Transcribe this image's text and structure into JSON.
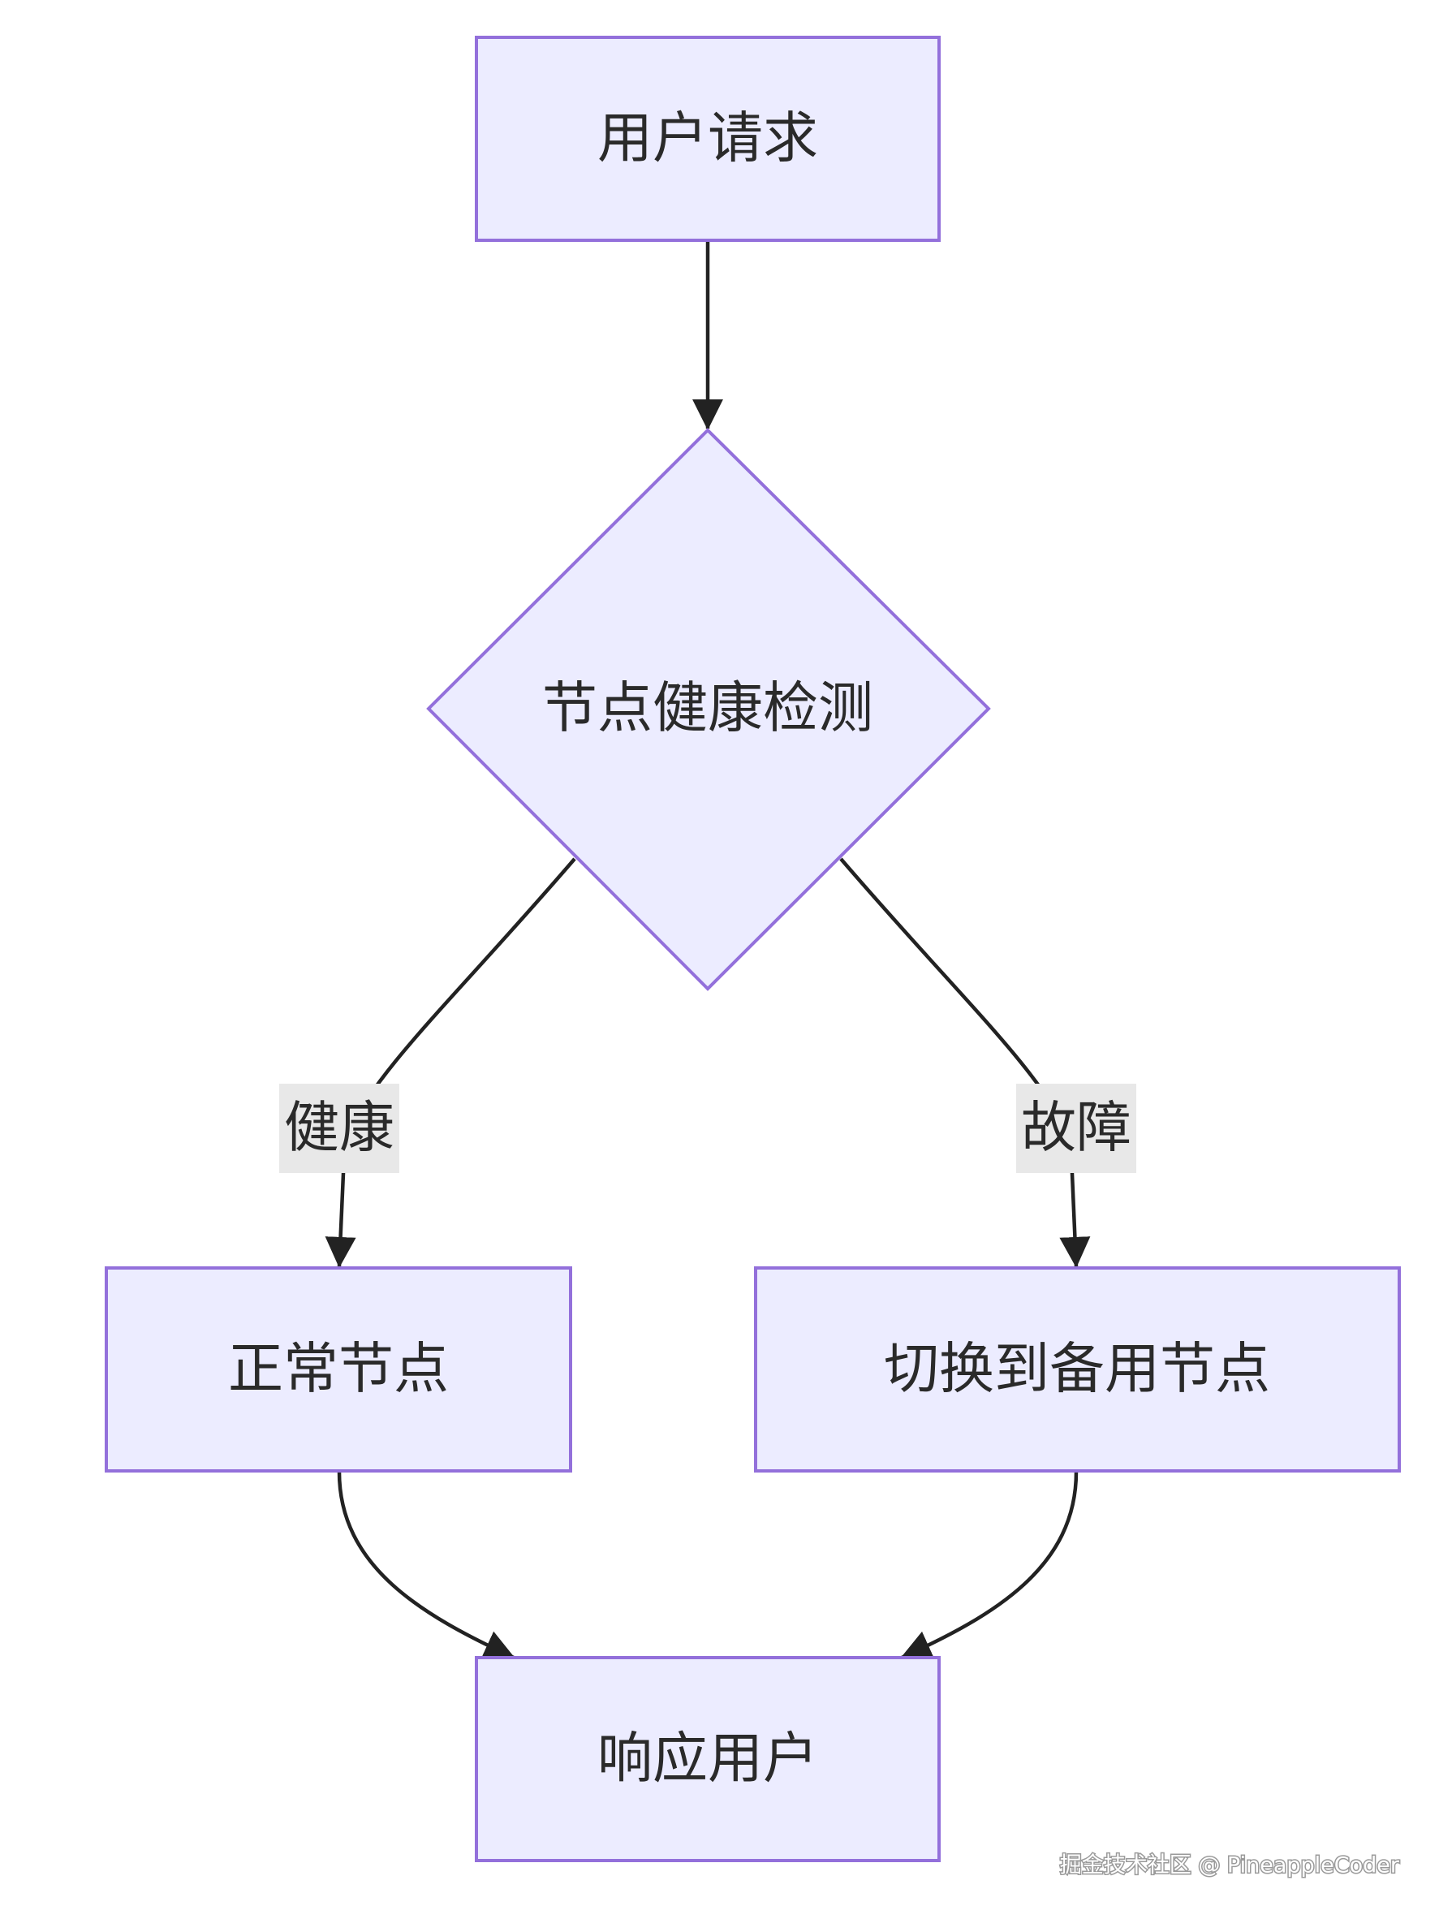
{
  "colors": {
    "node_fill": "#ECECFF",
    "node_stroke": "#9370DB",
    "edge": "#222222",
    "edge_label_bg": "#E8E8E8",
    "background": "#FFFFFF"
  },
  "nodes": {
    "request": {
      "label": "用户请求",
      "shape": "rect"
    },
    "check": {
      "label": "节点健康检测",
      "shape": "diamond"
    },
    "normal": {
      "label": "正常节点",
      "shape": "rect"
    },
    "failover": {
      "label": "切换到备用节点",
      "shape": "rect"
    },
    "respond": {
      "label": "响应用户",
      "shape": "rect"
    }
  },
  "edges": {
    "request_to_check": {
      "from": "用户请求",
      "to": "节点健康检测",
      "label": ""
    },
    "check_to_normal": {
      "from": "节点健康检测",
      "to": "正常节点",
      "label": "健康"
    },
    "check_to_failover": {
      "from": "节点健康检测",
      "to": "切换到备用节点",
      "label": "故障"
    },
    "normal_to_respond": {
      "from": "正常节点",
      "to": "响应用户",
      "label": ""
    },
    "failover_to_respond": {
      "from": "切换到备用节点",
      "to": "响应用户",
      "label": ""
    }
  },
  "watermark": "掘金技术社区 @ PineappleCoder"
}
